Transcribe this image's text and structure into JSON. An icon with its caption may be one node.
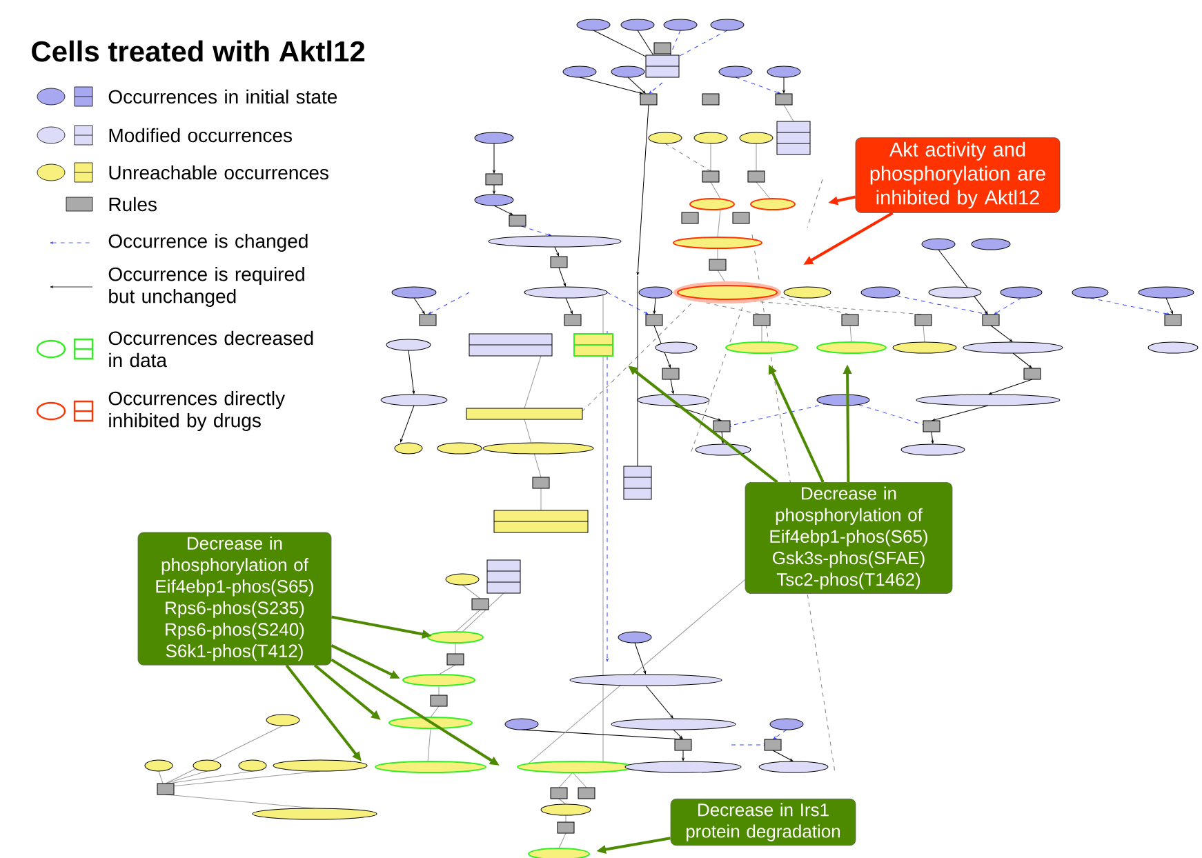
{
  "diagram": {
    "title": "Cells treated with Aktl12",
    "nodes": [
      {
        "text": [
          "Akt activity and phosphorylation are inhibited by Aktl12"
        ]
      },
      {
        "text": [
          "Decrease in phosphorylation of Eif4ebp1-phos(S65) Gsk3s-phos(SFAE) Tsc2-phos(T1462)"
        ]
      },
      {
        "text": [
          "Decrease in phosphorylation of Eif4ebp1-phos(S65) Rps6-phos(S235) Rps6-phos(S240) S6k1-phos(T412)"
        ]
      },
      {
        "text": [
          "Decrease in Irs1 protein degradation"
        ]
      }
    ],
    "edges": [
      {
        "from": 0,
        "to": null,
        "arrow": "to",
        "color": "#ff2a00"
      },
      {
        "from": 0,
        "to": null,
        "arrow": "to",
        "color": "#ff2a00"
      },
      {
        "from": 1,
        "to": null,
        "arrow": "to"
      },
      {
        "from": 1,
        "to": null,
        "arrow": "to"
      },
      {
        "from": 1,
        "to": null,
        "arrow": "to"
      },
      {
        "from": 2,
        "to": null,
        "arrow": "to"
      },
      {
        "from": 2,
        "to": null,
        "arrow": "to"
      },
      {
        "from": 2,
        "to": null,
        "arrow": "to"
      },
      {
        "from": 2,
        "to": null,
        "arrow": "to"
      },
      {
        "from": 2,
        "to": null,
        "arrow": "to"
      },
      {
        "from": 3,
        "to": null,
        "arrow": "to"
      }
    ],
    "legend": [
      {
        "text": "Occurrences in initial state"
      },
      {
        "text": "Modified occurrences"
      },
      {
        "text": "Unreachable occurrences"
      },
      {
        "text": "Rules"
      },
      {
        "text": "Occurrence is changed"
      },
      {
        "text": "Occurrence is required but unchanged"
      },
      {
        "text": "Occurrences decreased in data"
      },
      {
        "text": "Occurrences directly inhibited by drugs"
      }
    ]
  }
}
